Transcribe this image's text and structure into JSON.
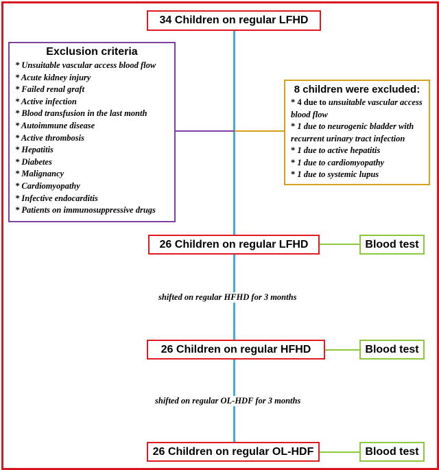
{
  "boxes": {
    "top": "34 Children on regular LFHD",
    "step1": "26 Children on regular LFHD",
    "step2": "26 Children on regular HFHD",
    "step3": "26 Children on regular OL-HDF"
  },
  "blood_test_label": "Blood test",
  "exclusion_criteria": {
    "title": "Exclusion criteria",
    "items": [
      "* Unsuitable vascular access blood flow",
      "* Acute kidney injury",
      "* Failed renal graft",
      "* Active infection",
      "* Blood transfusion in the last month",
      "* Autoimmune disease",
      "* Active thrombosis",
      "* Hepatitis",
      "* Diabetes",
      "* Malignancy",
      "* Cardiomyopathy",
      "* Infective endocarditis",
      "* Patients on immunosuppressive drugs"
    ]
  },
  "excluded": {
    "title": "8 children were excluded:",
    "items": [
      {
        "prefix": "* 4 due to ",
        "detail": "unsuitable vascular access blood flow"
      },
      {
        "prefix": "* ",
        "detail": "1 due to neurogenic bladder with recurrent urinary tract infection"
      },
      {
        "prefix": "* ",
        "detail": "1 due to active hepatitis"
      },
      {
        "prefix": "* ",
        "detail": "1 due to cardiomyopathy"
      },
      {
        "prefix": "* ",
        "detail": "1 due to systemic lupus"
      }
    ]
  },
  "transitions": {
    "first": "shifted on regular HFHD for 3 months",
    "second": "shifted on regular OL-HDF for 3 months"
  },
  "colors": {
    "main_box_border": "#e2181f",
    "outer_frame": "#d8161e",
    "flow_line": "#39aee6",
    "criteria_border": "#7b3fa6",
    "excluded_border": "#d4a017",
    "blood_test_border": "#8cc83c"
  }
}
